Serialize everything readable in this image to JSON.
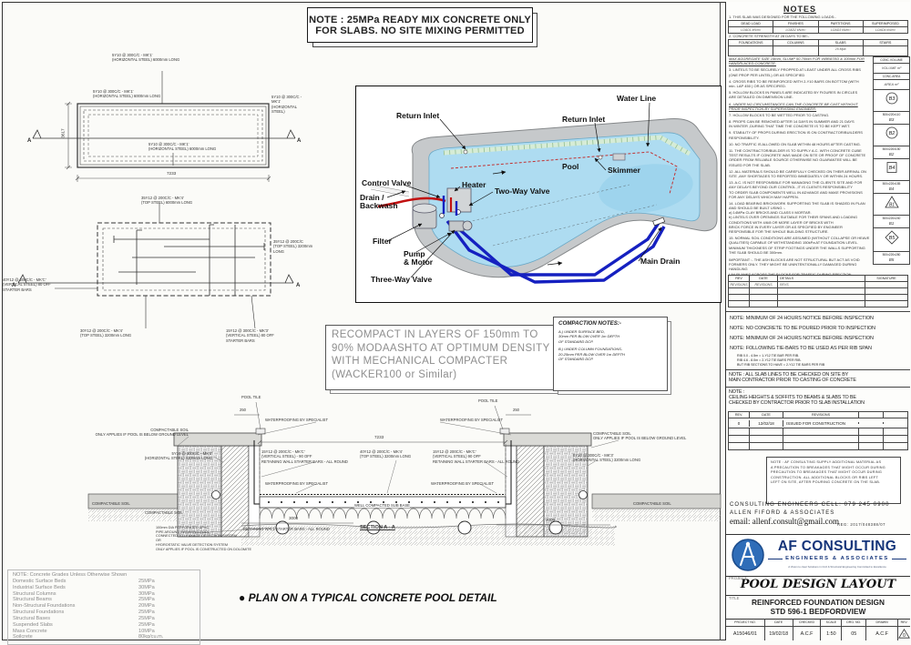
{
  "sheet": {
    "note_line1": "NOTE : 25MPa READY MIX CONCRETE ONLY",
    "note_line2": "FOR SLABS. NO SITE MIXING PERMITTED"
  },
  "plan1": {
    "label_top": "5Y10 @ 300C/C - MK'1'\n(HORIZONTAL STEEL) 6000mm LONG",
    "label_left": "5Y10 @ 300C/C - MK'1'\n(HORIZONTAL STEEL) 6000mm LONG",
    "label_bottom": "5Y10 @ 300C/C - MK'1'\n(HORIZONTAL STEEL) 6000mm LONG",
    "label_right": "5Y10 @ 300C/C - MK'1'\n(HORIZONTAL STEEL)",
    "dim_w": "7233",
    "dim_h": "3617",
    "marker": "A"
  },
  "plan2": {
    "label_top": "35Y12 @ 200C/C - MK'4'\n(TOP STEEL) 6000mm LONG",
    "label_right": "35Y12 @ 200C/C\n(TOP STEEL) 3200mm LONG",
    "label_left": "40Y12 @ 200C/C - MK'C'\n(VERTICAL STEEL) 80 OFF\nSTARTER BARS",
    "label_bot1": "30Y12 @ 200C/C - MK'4'\n(TOP STEEL) 3200mm LONG",
    "label_bot2": "15Y12 @ 300C/C - MK'3'\n(VERTICAL STEEL) 80 OFF\nSTARTER BARS",
    "marker": "A"
  },
  "pool": {
    "return_inlet_l": "Return Inlet",
    "water_line": "Water Line",
    "return_inlet_r": "Return Inlet",
    "pool": "Pool",
    "skimmer": "Skimmer",
    "control_valve": "Control Valve",
    "heater": "Heater",
    "two_way": "Two-Way Valve",
    "drain_backwash": "Drain /\nBackwash",
    "filter": "Filter",
    "pump_motor": "Pump\n& Motor",
    "three_way": "Three-Way Valve",
    "main_drain": "Main Drain"
  },
  "recompact": {
    "text": "RECOMPACT IN LAYERS OF 150mm TO\n90% MODAASHTO AT OPTIMUM DENSITY\nWITH MECHANICAL COMPACTER\n(WACKER100 or Similar)"
  },
  "compaction": {
    "title": "COMPACTION NOTES:-",
    "item_a": "A.) UNDER SURFACE BED,\n30mm PER BLOW OVER 1m DEPTH\nOF STANDARD DCP.",
    "item_b": "B.) UNDER COLUMN FOUNDATIONS-\n20-25mm PER BLOW OVER 1m DEPTH\nOF STANDARD DCP."
  },
  "section": {
    "pool_tile_l": "POOL TILE",
    "pool_tile_r": "POOL TILE",
    "dim250_l": "250",
    "dim250_r": "250",
    "wp_l": "WATERPROOFING BY SPECIALIST",
    "wp_r": "WATERPROOFING BY SPECIALIST",
    "comp_l": "COMPACTABLE SOIL\nONLY APPLIES IF POOL IS BELOW GROUND LEVEL",
    "comp_r": "COMPACTABLE SOIL\nONLY APPLIES IF POOL IS BELOW GROUND LEVEL",
    "dim_7233": "7233",
    "hs_l": "5Y10 @ 300C/C - MK'3'\n(HORIZONTAL STEEL) 3200mm LONG",
    "vs_l": "15Y12 @ 200C/C - MK'C'\n(VERTICAL STEEL) - 90 OFF\nRETAINING WALL STARTER BARS - ALL ROUND",
    "ts_mid": "40Y12 @ 200C/C - MK'4'\n(TOP STEEL) 3200mm LONG",
    "vs_r": "15Y12 @ 200C/C - MK'C'\n(VERTICAL STEEL) 90 OFF\nRETAINING WALL STARTER BARS - ALL ROUND",
    "hs_r": "5Y10 @ 300C/C - MK'3'\n(HORIZONTAL STEEL) 3200mm LONG",
    "wpf_l": "WATERPROOFING BY SPECIALIST",
    "wpf_r": "WATERPROOFING BY SPECIALIST",
    "cs_edge": "COMPACTABLE SOIL",
    "cs_l": "COMPACTABLE SOIL",
    "cs_r": "COMPACTABLE SOIL",
    "well_comp": "WELL COMPACTED SUB BASE",
    "dim_3000": "3000",
    "starter_bars": "RETAINING WALL STARTER BARS - ALL ROUND",
    "title": "SECTION  A - A",
    "dim_2000": "2000",
    "pipe_note": "100mm DIA PERFORATED UPVC\nPIPE AROUND SWIMMING POOL\nCONNECTED TO LEAKAGE DETECTION SYSTEM\nOR\nHYDROSTATIC VALVE DETECTION SYSTEM\nONLY APPLIES IF POOL IS CONSTRUCTED ON DOLOMITE"
  },
  "grades": {
    "title": "NOTE: Concrete Grades Unless Otherwise Shown",
    "rows": [
      {
        "n": "Domestic Surface Beds",
        "v": "25MPa"
      },
      {
        "n": "Industrial Surface Beds",
        "v": "30MPa"
      },
      {
        "n": "Structural Columns",
        "v": "30MPa"
      },
      {
        "n": "Structural Beams",
        "v": "25MPa"
      },
      {
        "n": "Non-Structural Foundations",
        "v": "20MPa"
      },
      {
        "n": "Structural Foundations",
        "v": "25MPa"
      },
      {
        "n": "Structural Bases",
        "v": "25MPa"
      },
      {
        "n": "Suspended Slabs",
        "v": "25MPa"
      },
      {
        "n": "Mass Concrete",
        "v": "10MPa"
      },
      {
        "n": "Soilcrete",
        "v": "80kg/cu.m."
      }
    ]
  },
  "caption": {
    "bullet": "●",
    "text": " PLAN ON A TYPICAL CONCRETE POOL DETAIL"
  },
  "panel": {
    "notes_title": "NOTES",
    "note1": "1. THIS SLAB WAS DESIGNED FOR THE FOLLOWING LOADS:-",
    "loads": {
      "headers": [
        "DEAD LOAD",
        "FINISHES",
        "PARTITIONS",
        "SUPERIMPOSED"
      ],
      "values": [
        "LOAD1  kN/m²",
        "LOAD2  kN/m²",
        "LOAD3  kN/m²",
        "LOAD4  kN/m²"
      ]
    },
    "note2": "2. CONCRETE STRENGTH AT 28 DAYS TO BE:-",
    "strength": {
      "headers": [
        "FOUNDATIONS",
        "COLUMNS",
        "SLABS",
        "STAIRS"
      ],
      "values": [
        "",
        "",
        "25 Mpa",
        ""
      ]
    },
    "max_aggregate": "MAX AGGREGATE SIZE 19mm, SLUMP 50-70mm FOR VIBRATED & 100mm FOR\nHANDPLACED CONCRETE.",
    "items": [
      "3.  LINTELS TO BE SECURELY PROPPED AT LEAST UNDER ALL CROSS RIBS\n(ONE PROP PER LINTEL) OR AS SPECIFIED",
      "4.  CROSS RIBS TO BE REINFORCED WITH 2-Y10 BARS ON BOTTOM (WITH\nmin. LAP 450 ) OR AS SPECIFIED.",
      "5.  HOLLOW BLOCKS IN PANELS ARE INDICATED BY FIGURES IN CIRCLES\nARE DETAILED ON DIMENSION LINE.",
      "6.  UNDER NO CIRCUMSTANCES CAN THE CONCRETE BE CAST WITHOUT\nPRIOR INSPECTION BY SUPERVISING ENGINEER.",
      "7.  HOLLOW BLOCKS TO BE WETTED PRIOR TO CASTING.",
      "8.  PROPS CAN BE REMOVED AFTER 14 DAYS IN SUMMER AND 21 DAYS\nIN WINTER ,DURING THAT TIME THE CONCRETE IS TO BE KEPT WET.",
      "9.  STABILITY OF PROPS DURING ERECTION IS ON CONTRACTOR/BUILDERS\nRESPONSIBILITY.",
      "10. NO TRAFFIC IS ALLOWED ON SLAB WITHIN 48 HOURS AFTER CASTING.",
      "11. THE CONTRACTOR/BUILDER IS TO SUPPLY A.C. WITH CONCRETE CUBE\nTEST RESULTS IF CONCRETE WAS MADE ON SITE OR PROOF OF CONCRETE\nORDER FROM RELIABLE SOURCE OTHERWISE NO GUARANTEE WILL BE\nISSUED FOR THE SLAB.",
      "12. ALL MATERIALS SHOULD BE CAREFULLY CHECKED ON THEIR ARRIVAL ON\nSITE ,ANY SHORTAGES TO REPORTED IMMEDIATELY OR WITHIN 24 HOURS.",
      "13. A.C. IS NOT RESPONSIBLE FOR MANAGING THE CLIENTS SITE AND FOR\nANY DELAYS BEYOND OUR CONTROL ,IT IS CLIENTS RESPONSIBILITY\nTO ORDER SLAB COMPONENTS WELL IN ADVANCE AND MAKE PROVISIONS\nFOR ANY DELAYS WHICH MAY HAPPEN.",
      "14. LOAD BEARING BRICKWORK SUPPORTING THE SLAB IS SHADED IN PLAN\nAND SHOULD BE BUILT USING :-\na) 14MPa CLAY  BRICKS AND CLASS II MORTAR.\nb) LINTELS OVER OPENINGS SUITABLE FOR THEIR SPANS AND LOADING\nCONDITIONS WITH 4/6/8 OR MORE LAYER OF BRICKS WITH\nBRICK FORCE IN EVERY LAYER  OR AS SPECIFIED BY ENGINEER\nRESPONSIBLE FOR THE WHOLE BUILDING STRUCTURE.",
      "15. NORMAL SOIL CONDITIONS ARE ASSUMED (WITHOUT COLLAPSE OR HEAVE\nQUALITIES) CAPABLE OF WITHSTANDING 150kPa AT FOUNDATION LEVEL.\nMINIMUM THICKNESS OF STRIP FOOTINGS UNDER  THE WALLS SUPPORTING\nTHE SLAB SHOULD BE 300mm."
    ],
    "important": "IMPORTANT :- THE ASH BLOCKS ARE NOT STRUCTURAL BUT ACT AS VOID\nFORMERS ONLY. THEY MIGHT BE UNINTENTIONALLY DAMAGED DURING HANDLING\nLAY PLANKS ACROSS THE BLOCKS FOR TRAFFIC DURING ERECTION.",
    "side": {
      "vol_label": "CONC.VOLUME",
      "vol_value": "VOLUME m³",
      "area_label": "CONC.AREA",
      "area_value": "AREA m²",
      "blocks": [
        {
          "tag": "B3",
          "size": "500x220x110",
          "code": "B3"
        },
        {
          "tag": "B2",
          "size": "500x220x150",
          "code": "B2"
        },
        {
          "tag": "B4",
          "size": "500x220x185",
          "code": "B4"
        },
        {
          "tag": "B1",
          "size": "500x220x240",
          "code": "B1"
        },
        {
          "tag": "B5",
          "size": "500x220x280",
          "code": "B5"
        }
      ]
    },
    "revstrip": {
      "h0": "REV",
      "h1": "DATE",
      "h2": "DETAILS",
      "h3": "SIGNATURE",
      "r0": "REVISIONS",
      "r1": "REVISIONS",
      "r2": "REVS"
    },
    "insp": [
      "NOTE: MINIMUM OF 24 HOURS NOTICE BEFORE INSPECTION",
      "NOTE: NO CONCRETE TO BE POURED PRIOR TO INSPECTION",
      "NOTE: MINIMUM OF 24 HOURS NOTICE BEFORE INSPECTION",
      "NOTE: FOLLOWING TIE-BARS TO BE USED AS PER RIB SPAN"
    ],
    "tie_bars": "RIB 0.0 - 4.5m   =   1-Y12 TIE BAR PER RIB.\nRIB 4.6 - 8.0m   =   2-Y12 TIE BARS PER RIB.\nBUT RIB SECTIONS TO HAVE   =   2-Y12 TIE BARS PER RIB",
    "slab_note": "NOTE : ALL SLAB LINES TO BE CHECKED ON SITE BY\nMAIN CONTRACTOR PRIOR TO CASTING OF CONCRETE",
    "ceiling_note": "NOTE :\nCEILING HEIGHTS & SOFFITS TO BEAMS & SLABS TO BE\nCHECKED BY CONTRACTOR PRIOR TO SLAB INSTALLATION",
    "revtable": {
      "h0": "REV.",
      "h1": "DATE",
      "h2": "REVISIONS",
      "r0": "0",
      "r1": "12/02/18",
      "r2": "ISSUED FOR CONSTRUCTION"
    },
    "af_note": "NOTE : AF CONSULTING SUPPLY ADDITIONAL MATERIAL AS\nA PRECAUTION TO BREAKAGES THAT MIGHT OCCUR DURING\nPRECAUTION TO BREAKAGES THAT MIGHT OCCUR DURING\nCONSTRUCTION. ALL ADDITIONAL BLOCKS OR RIBS LEFT\nLEFT ON SITE, AFTER POURING CONCRETE ON THE SLAB.",
    "firm": {
      "line1": "CONSULTING ENGINEERS    CELL: 079 245 0900",
      "line2": "ALLEN FIFORD & ASSOCIATES",
      "email": "email: allenf.consult@gmail.com",
      "reg": "REG: 2017/048388/07"
    }
  },
  "logo": {
    "monogram": "AF",
    "name": "AF CONSULTING",
    "sub": "ENGINEERS & ASSOCIATES",
    "tagline": "A Vision to clear Solutions in Civil & Structural Engineering Committed to Excellence"
  },
  "titleblock": {
    "project_label": "PROJECT",
    "project": "POOL DESIGN LAYOUT",
    "title_label": "TITLE",
    "title1": "REINFORCED FOUNDATION DESIGN",
    "title2": "STD 596-1 BEDFORDVIEW",
    "cols": [
      {
        "h": "PROJECT NO.",
        "v": "A15046/01"
      },
      {
        "h": "DATE",
        "v": "19/02/18"
      },
      {
        "h": "CHECKED",
        "v": "A.C.F"
      },
      {
        "h": "SCALE",
        "v": "1:50"
      },
      {
        "h": "DRG. NO.",
        "v": "05"
      },
      {
        "h": "DRAWN",
        "v": "A.C.F"
      },
      {
        "h": "REV.",
        "v": "0"
      }
    ]
  }
}
